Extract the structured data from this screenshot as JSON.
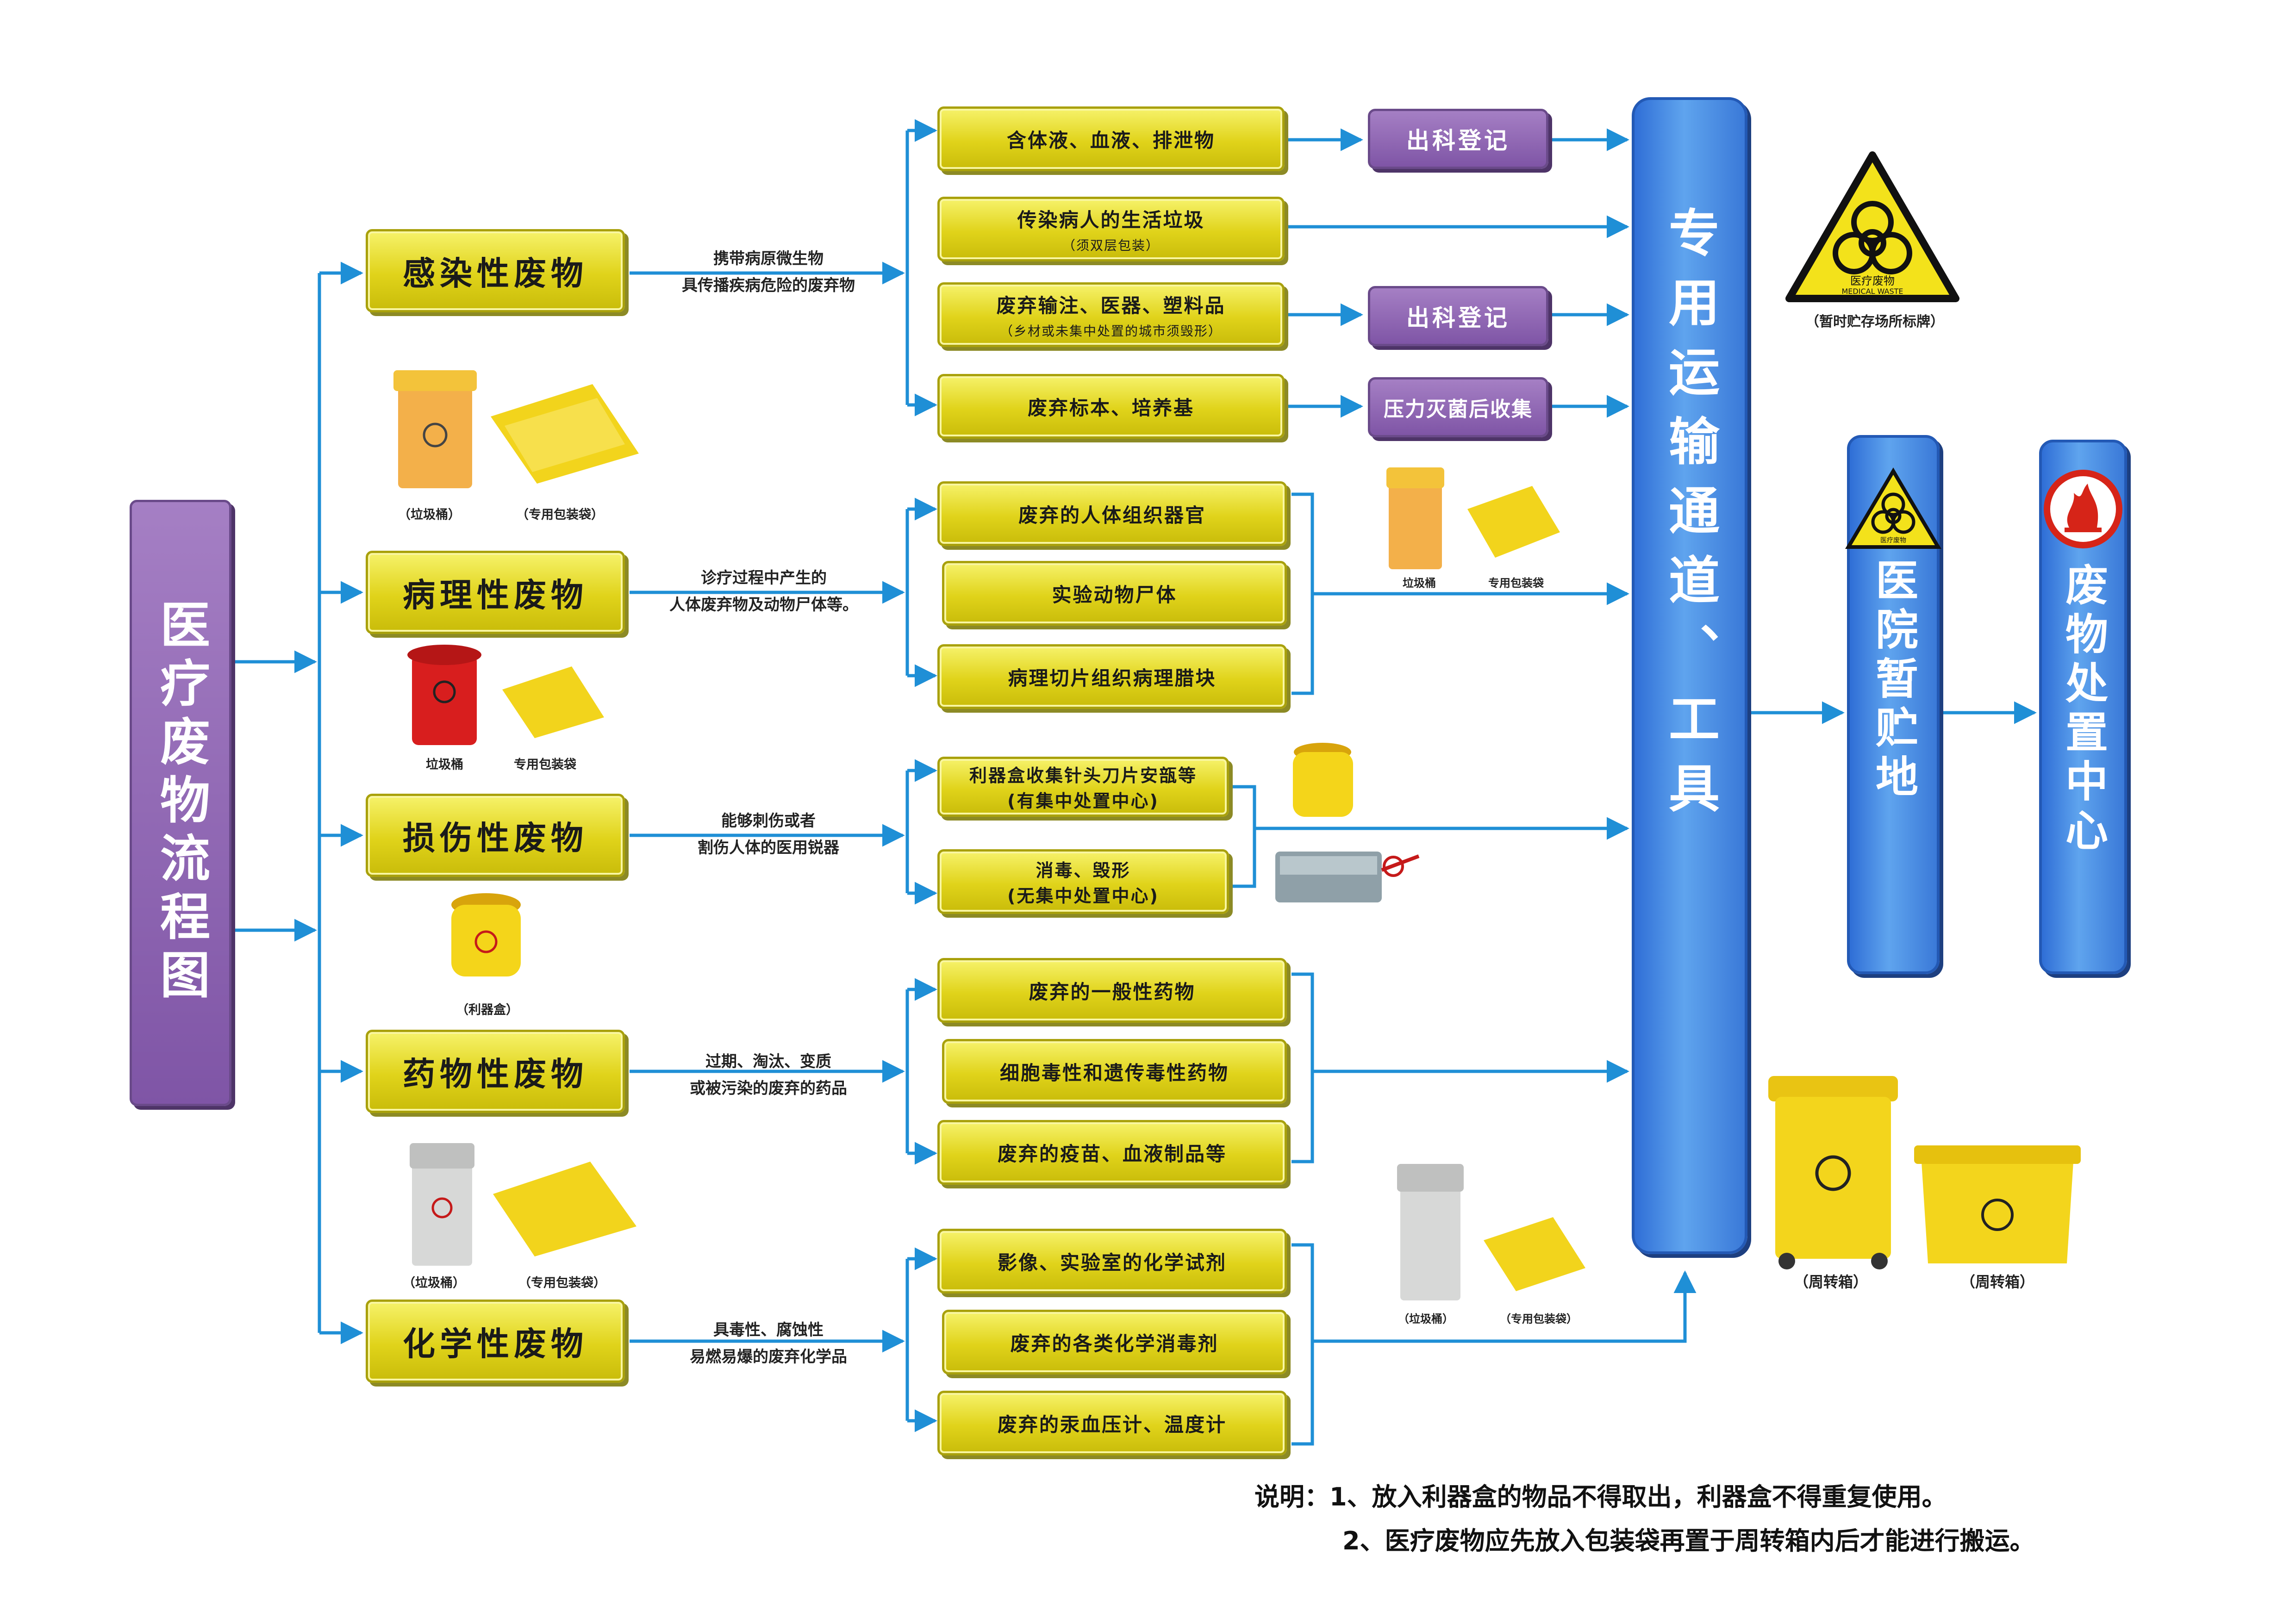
{
  "title": "医疗废物流程图",
  "categories": [
    {
      "label": "感染性废物",
      "desc": [
        "携带病原微生物",
        "具传播疾病危险的废弃物"
      ]
    },
    {
      "label": "病理性废物",
      "desc": [
        "诊疗过程中产生的",
        "人体废弃物及动物尸体等。"
      ]
    },
    {
      "label": "损伤性废物",
      "desc": [
        "能够刺伤或者",
        "割伤人体的医用锐器"
      ]
    },
    {
      "label": "药物性废物",
      "desc": [
        "过期、淘汰、变质",
        "或被污染的废弃的药品"
      ]
    },
    {
      "label": "化学性废物",
      "desc": [
        "具毒性、腐蚀性",
        "易燃易爆的废弃化学品"
      ]
    }
  ],
  "items": [
    {
      "label": "含体液、血液、排泄物"
    },
    {
      "label": "传染病人的生活垃圾",
      "note": "（须双层包装）"
    },
    {
      "label": "废弃输注、医器、塑料品",
      "note": "（乡材或未集中处置的城市须毁形）"
    },
    {
      "label": "废弃标本、培养基"
    },
    {
      "label": "废弃的人体组织器官"
    },
    {
      "label": "实验动物尸体"
    },
    {
      "label": "病理切片组织病理腊块"
    },
    {
      "label": "利器盒收集针头刀片安瓿等",
      "note": "(有集中处置中心)"
    },
    {
      "label": "消毒、毁形",
      "note": "(无集中处置中心)"
    },
    {
      "label": "废弃的一般性药物"
    },
    {
      "label": "细胞毒性和遗传毒性药物"
    },
    {
      "label": "废弃的疫苗、血液制品等"
    },
    {
      "label": "影像、实验室的化学试剂"
    },
    {
      "label": "废弃的各类化学消毒剂"
    },
    {
      "label": "废弃的汞血压计、温度计"
    }
  ],
  "actions": [
    "出科登记",
    "出科登记",
    "压力灭菌后收集"
  ],
  "transport": "专用运输通道、工具",
  "storage": "医院暂贮地",
  "disposal": "废物处置中心",
  "captions": {
    "bin": "（垃圾桶）",
    "bag": "（专用包装袋）",
    "sharps": "（利器盒）",
    "bin_small": "垃圾桶",
    "bag_small": "专用包装袋",
    "bin_small2": "（垃圾桶）",
    "bag_small2": "（专用包装袋）",
    "sign": "（暂时贮存场所标牌）",
    "tote1": "（周转箱）",
    "tote2": "（周转箱）"
  },
  "sign_text": {
    "cn": "医疗废物",
    "en": "MEDICAL WASTE"
  },
  "notes": {
    "label": "说明：",
    "line1": "1、放入利器盒的物品不得取出，利器盒不得重复使用。",
    "line2": "2、医疗废物应先放入包装袋再置于周转箱内后才能进行搬运。"
  },
  "colors": {
    "line": "#1f8fd6",
    "yellow": "#e6da1e",
    "purple": "#8a62b0",
    "blue": "#3a80dc"
  }
}
